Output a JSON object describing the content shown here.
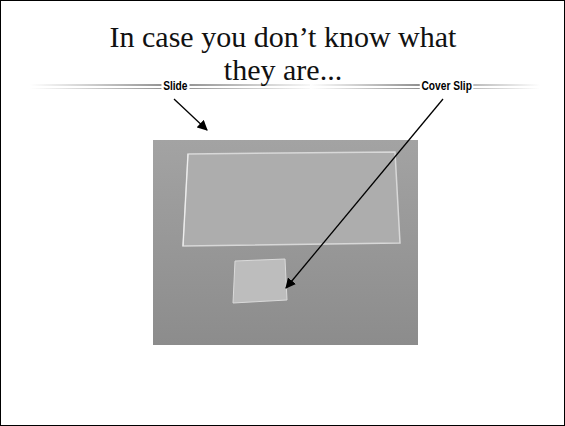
{
  "diagram": {
    "title": "In case you don’t know what they are...",
    "labels": [
      "Slide",
      "Cover Slip"
    ]
  }
}
